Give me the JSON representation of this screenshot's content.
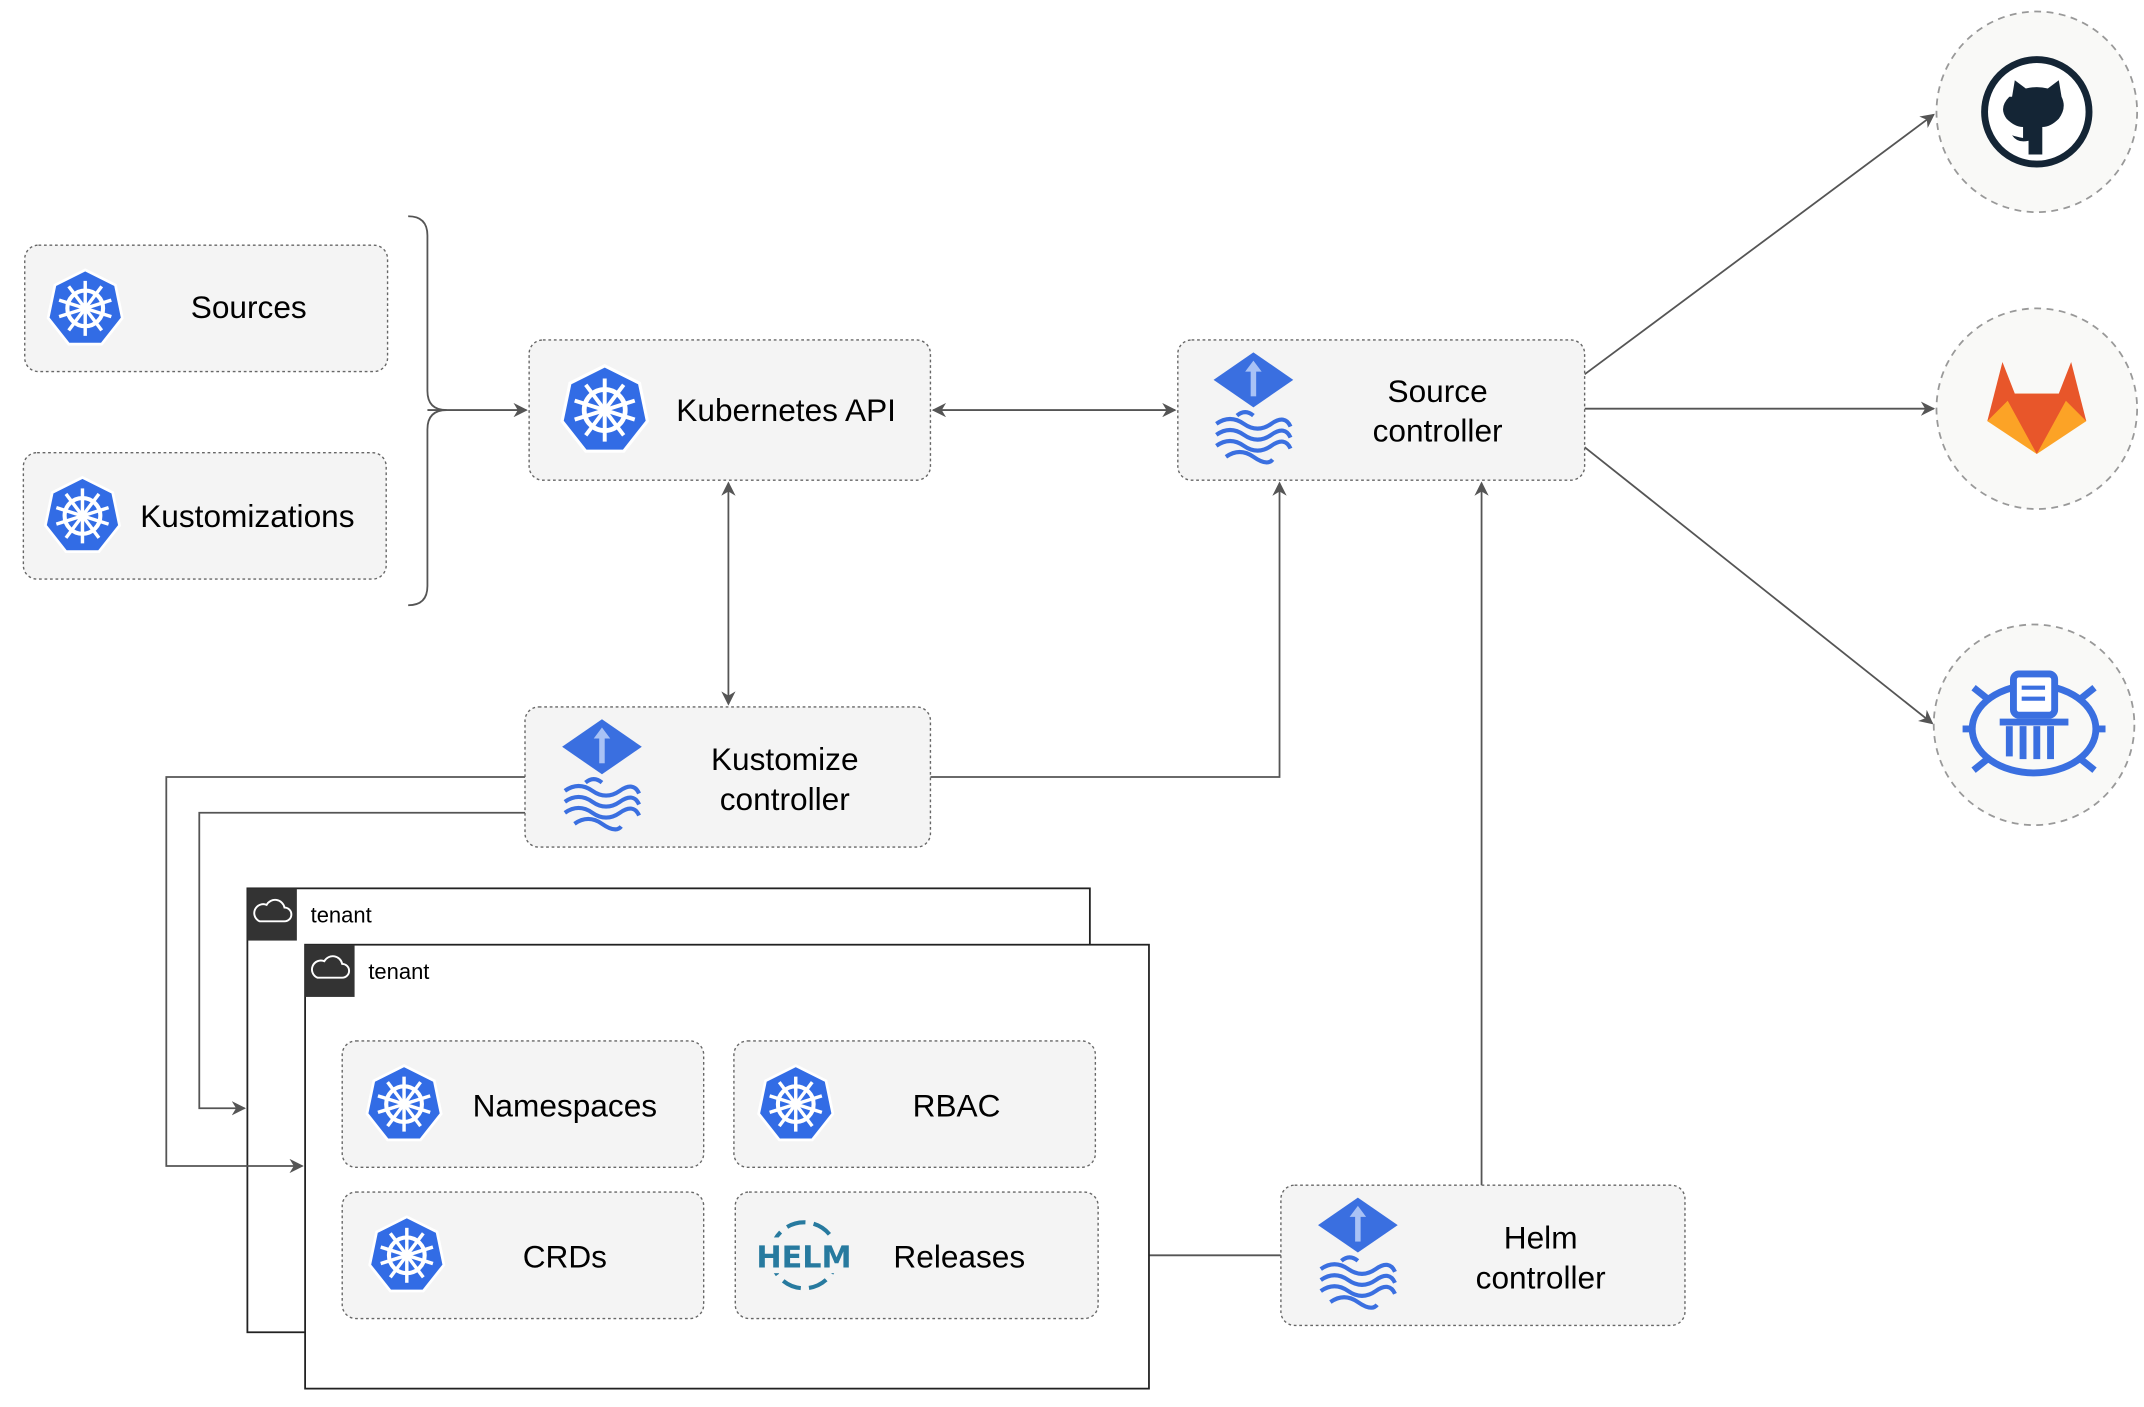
{
  "nodes": {
    "sources": "Sources",
    "kustomizations": "Kustomizations",
    "kubernetes_api": "Kubernetes API",
    "source_controller": [
      "Source",
      "controller"
    ],
    "kustomize_controller": [
      "Kustomize",
      "controller"
    ],
    "helm_controller": [
      "Helm",
      "controller"
    ],
    "namespaces": "Namespaces",
    "rbac": "RBAC",
    "crds": "CRDs",
    "releases": "Releases"
  },
  "tenants": [
    "tenant",
    "tenant"
  ],
  "helm_logo_text": "HELM",
  "colors": {
    "kubernetes_blue": "#326CE5",
    "flux_blue": "#3A6FE0",
    "helm_blue": "#277A9F",
    "github_dark": "#142535",
    "gitlab_orange": "#E8562A",
    "gitlab_yellow": "#FCA326",
    "edge_gray": "#555555"
  },
  "external_icons": [
    "github-icon",
    "gitlab-icon",
    "harbor-icon"
  ]
}
